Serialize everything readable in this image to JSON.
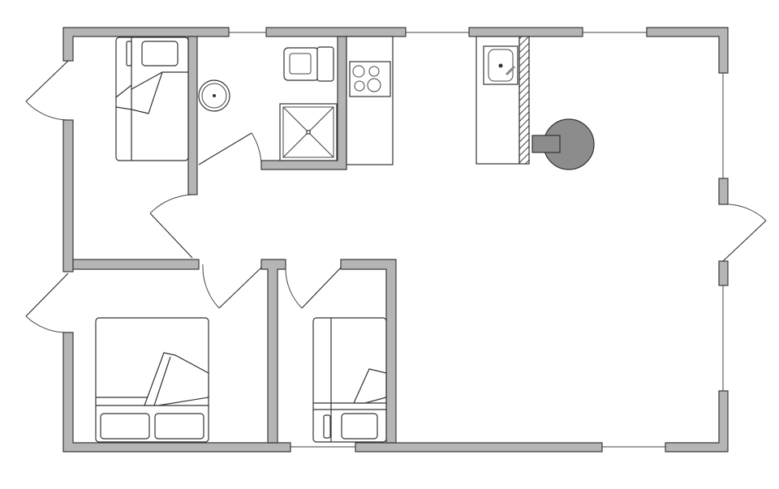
{
  "colors": {
    "wall": "#b5b5b5",
    "stove": "#8c8c8c",
    "background": "#ffffff",
    "outline": "#333333"
  },
  "rooms": [
    "bedroom-bunk-top-left",
    "bathroom",
    "kitchen",
    "living-area",
    "bedroom-double",
    "bedroom-bunk-bottom"
  ],
  "icons": [
    "bunk-bed-icon",
    "double-bed-icon",
    "toilet-icon",
    "washbasin-icon",
    "shower-icon",
    "cooktop-icon",
    "kitchen-sink-icon",
    "wood-stove-icon"
  ]
}
